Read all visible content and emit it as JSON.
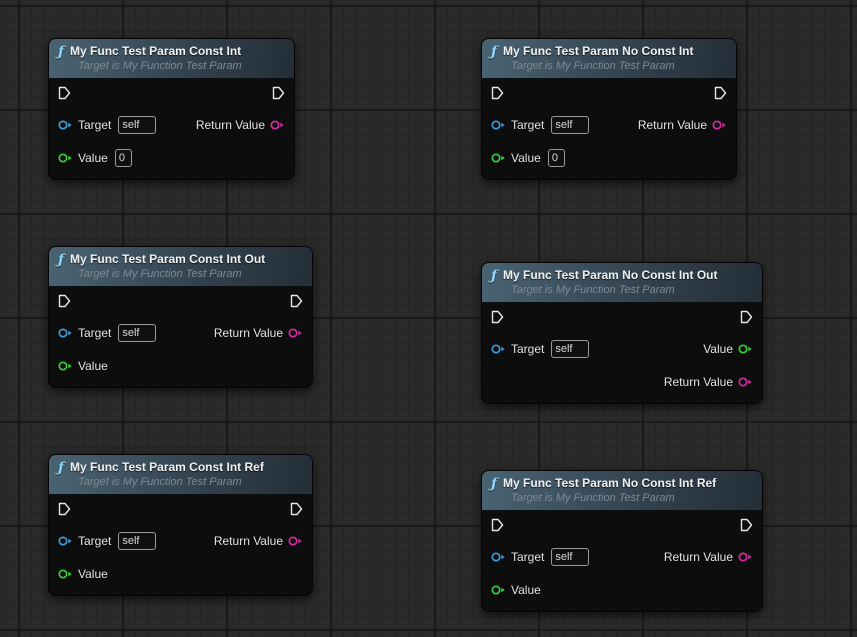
{
  "colors": {
    "background": "#2a2a2a",
    "grid_minor": "#242424",
    "grid_major": "#191919",
    "exec_pin": "#e6e6e6",
    "object_pin": "#3c9fd8",
    "int_pin": "#38d038",
    "return_pin": "#d62ba4"
  },
  "icons": {
    "function_icon_glyph": "ƒ"
  },
  "nodes": [
    {
      "title": "My Func Test Param Const Int",
      "subtitle": "Target is My Function Test Param",
      "target_label": "Target",
      "target_value": "self",
      "value_label": "Value",
      "value_default": "0",
      "return_label": "Return Value"
    },
    {
      "title": "My Func Test Param No Const Int",
      "subtitle": "Target is My Function Test Param",
      "target_label": "Target",
      "target_value": "self",
      "value_label": "Value",
      "value_default": "0",
      "return_label": "Return Value"
    },
    {
      "title": "My Func Test Param Const Int Out",
      "subtitle": "Target is My Function Test Param",
      "target_label": "Target",
      "target_value": "self",
      "value_label": "Value",
      "return_label": "Return Value"
    },
    {
      "title": "My Func Test Param No Const Int Out",
      "subtitle": "Target is My Function Test Param",
      "target_label": "Target",
      "target_value": "self",
      "value_label": "Value",
      "return_label": "Return Value"
    },
    {
      "title": "My Func Test Param Const Int Ref",
      "subtitle": "Target is My Function Test Param",
      "target_label": "Target",
      "target_value": "self",
      "value_label": "Value",
      "return_label": "Return Value"
    },
    {
      "title": "My Func Test Param No Const Int Ref",
      "subtitle": "Target is My Function Test Param",
      "target_label": "Target",
      "target_value": "self",
      "value_label": "Value",
      "return_label": "Return Value"
    }
  ]
}
